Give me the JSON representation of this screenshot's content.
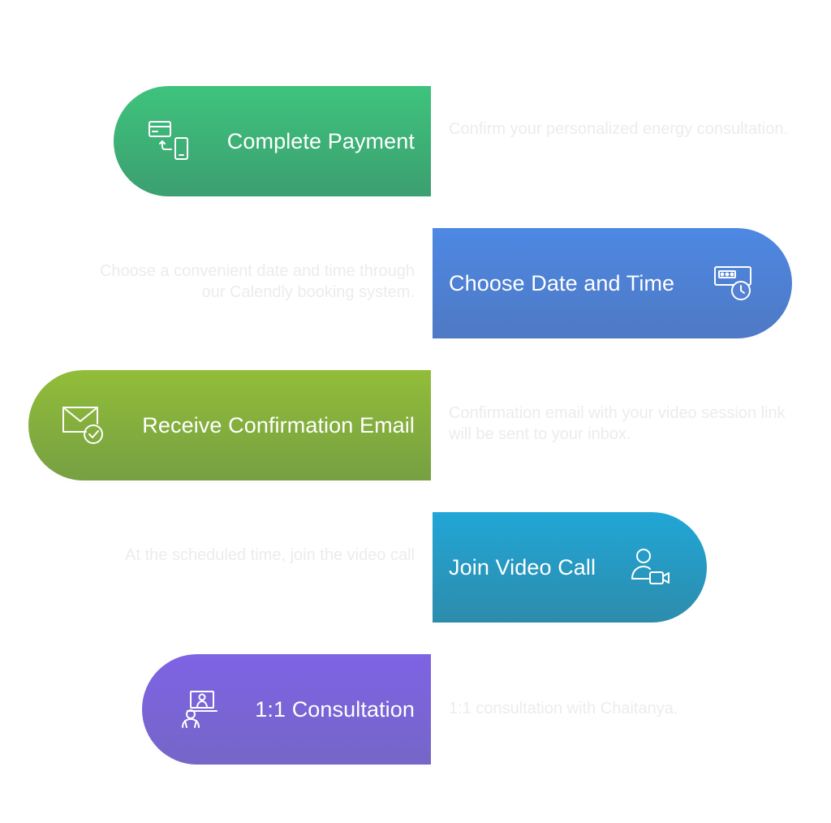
{
  "steps": [
    {
      "title": "Complete Payment",
      "description": "Confirm your personalized energy consultation.",
      "icon": "card-to-phone-payment-icon",
      "color_top": "#3ec37d",
      "color_bottom": "#3c9f70"
    },
    {
      "title": "Choose Date and Time",
      "description": "Choose a convenient date and time through our Calendly booking system.",
      "icon": "calendar-clock-icon",
      "color_top": "#4d88e3",
      "color_bottom": "#4f79c4"
    },
    {
      "title": "Receive Confirmation Email",
      "description": "Confirmation email with your video session link will be sent to your inbox.",
      "icon": "envelope-check-icon",
      "color_top": "#92bd39",
      "color_bottom": "#76a042"
    },
    {
      "title": "Join Video Call",
      "description": "At the scheduled time, join the video call",
      "icon": "user-video-camera-icon",
      "color_top": "#21a6d6",
      "color_bottom": "#2d8cac"
    },
    {
      "title": "1:1 Consultation",
      "description": "1:1 consultation with Chaitanya.",
      "icon": "online-consultation-icon",
      "color_top": "#7e63e4",
      "color_bottom": "#7566c8"
    }
  ]
}
